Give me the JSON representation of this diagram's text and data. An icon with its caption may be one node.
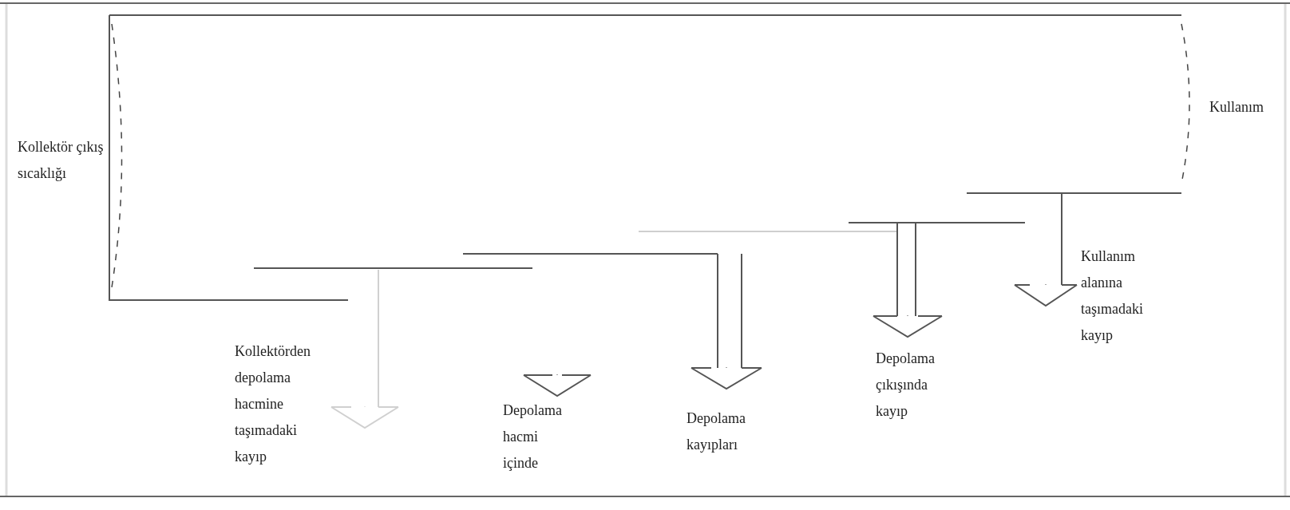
{
  "diagram": {
    "nodes": [
      {
        "text": [
          "Kollektör çıkış sıcaklığı"
        ]
      },
      {
        "text": [
          "Kullanım"
        ]
      },
      {
        "text": [
          "Kollektörden depolama hacmine taşımadaki kayıp"
        ]
      },
      {
        "text": [
          "Depolama hacmi içinde"
        ]
      },
      {
        "text": [
          "Depolama kayıpları"
        ]
      },
      {
        "text": [
          "Depolama çıkışında kayıp"
        ]
      },
      {
        "text": [
          "Kullanım alanına taşımadaki kayıp"
        ]
      }
    ],
    "edges": [
      {
        "from": null,
        "to": 2,
        "arrow": "to",
        "color": "#d0d0d0"
      },
      {
        "from": null,
        "to": 3,
        "arrow": "to"
      },
      {
        "from": null,
        "to": 4,
        "arrow": "to"
      },
      {
        "from": null,
        "to": 5,
        "arrow": "to"
      },
      {
        "from": null,
        "to": 6,
        "arrow": "to"
      }
    ]
  }
}
